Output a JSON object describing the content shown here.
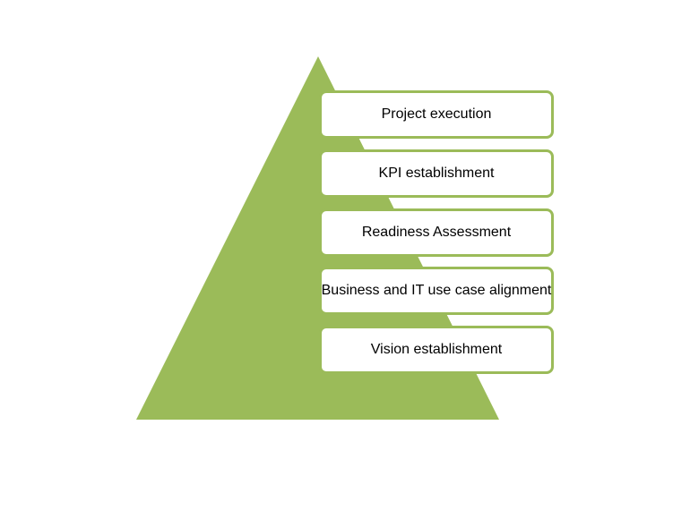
{
  "colors": {
    "pyramid_fill": "#9bbb59",
    "box_border": "#9bbb59",
    "box_fill": "#ffffff",
    "text": "#000000"
  },
  "levels": [
    {
      "label": "Project execution"
    },
    {
      "label": "KPI establishment"
    },
    {
      "label": "Readiness Assessment"
    },
    {
      "label": "Business and IT use case alignment"
    },
    {
      "label": "Vision establishment"
    }
  ]
}
